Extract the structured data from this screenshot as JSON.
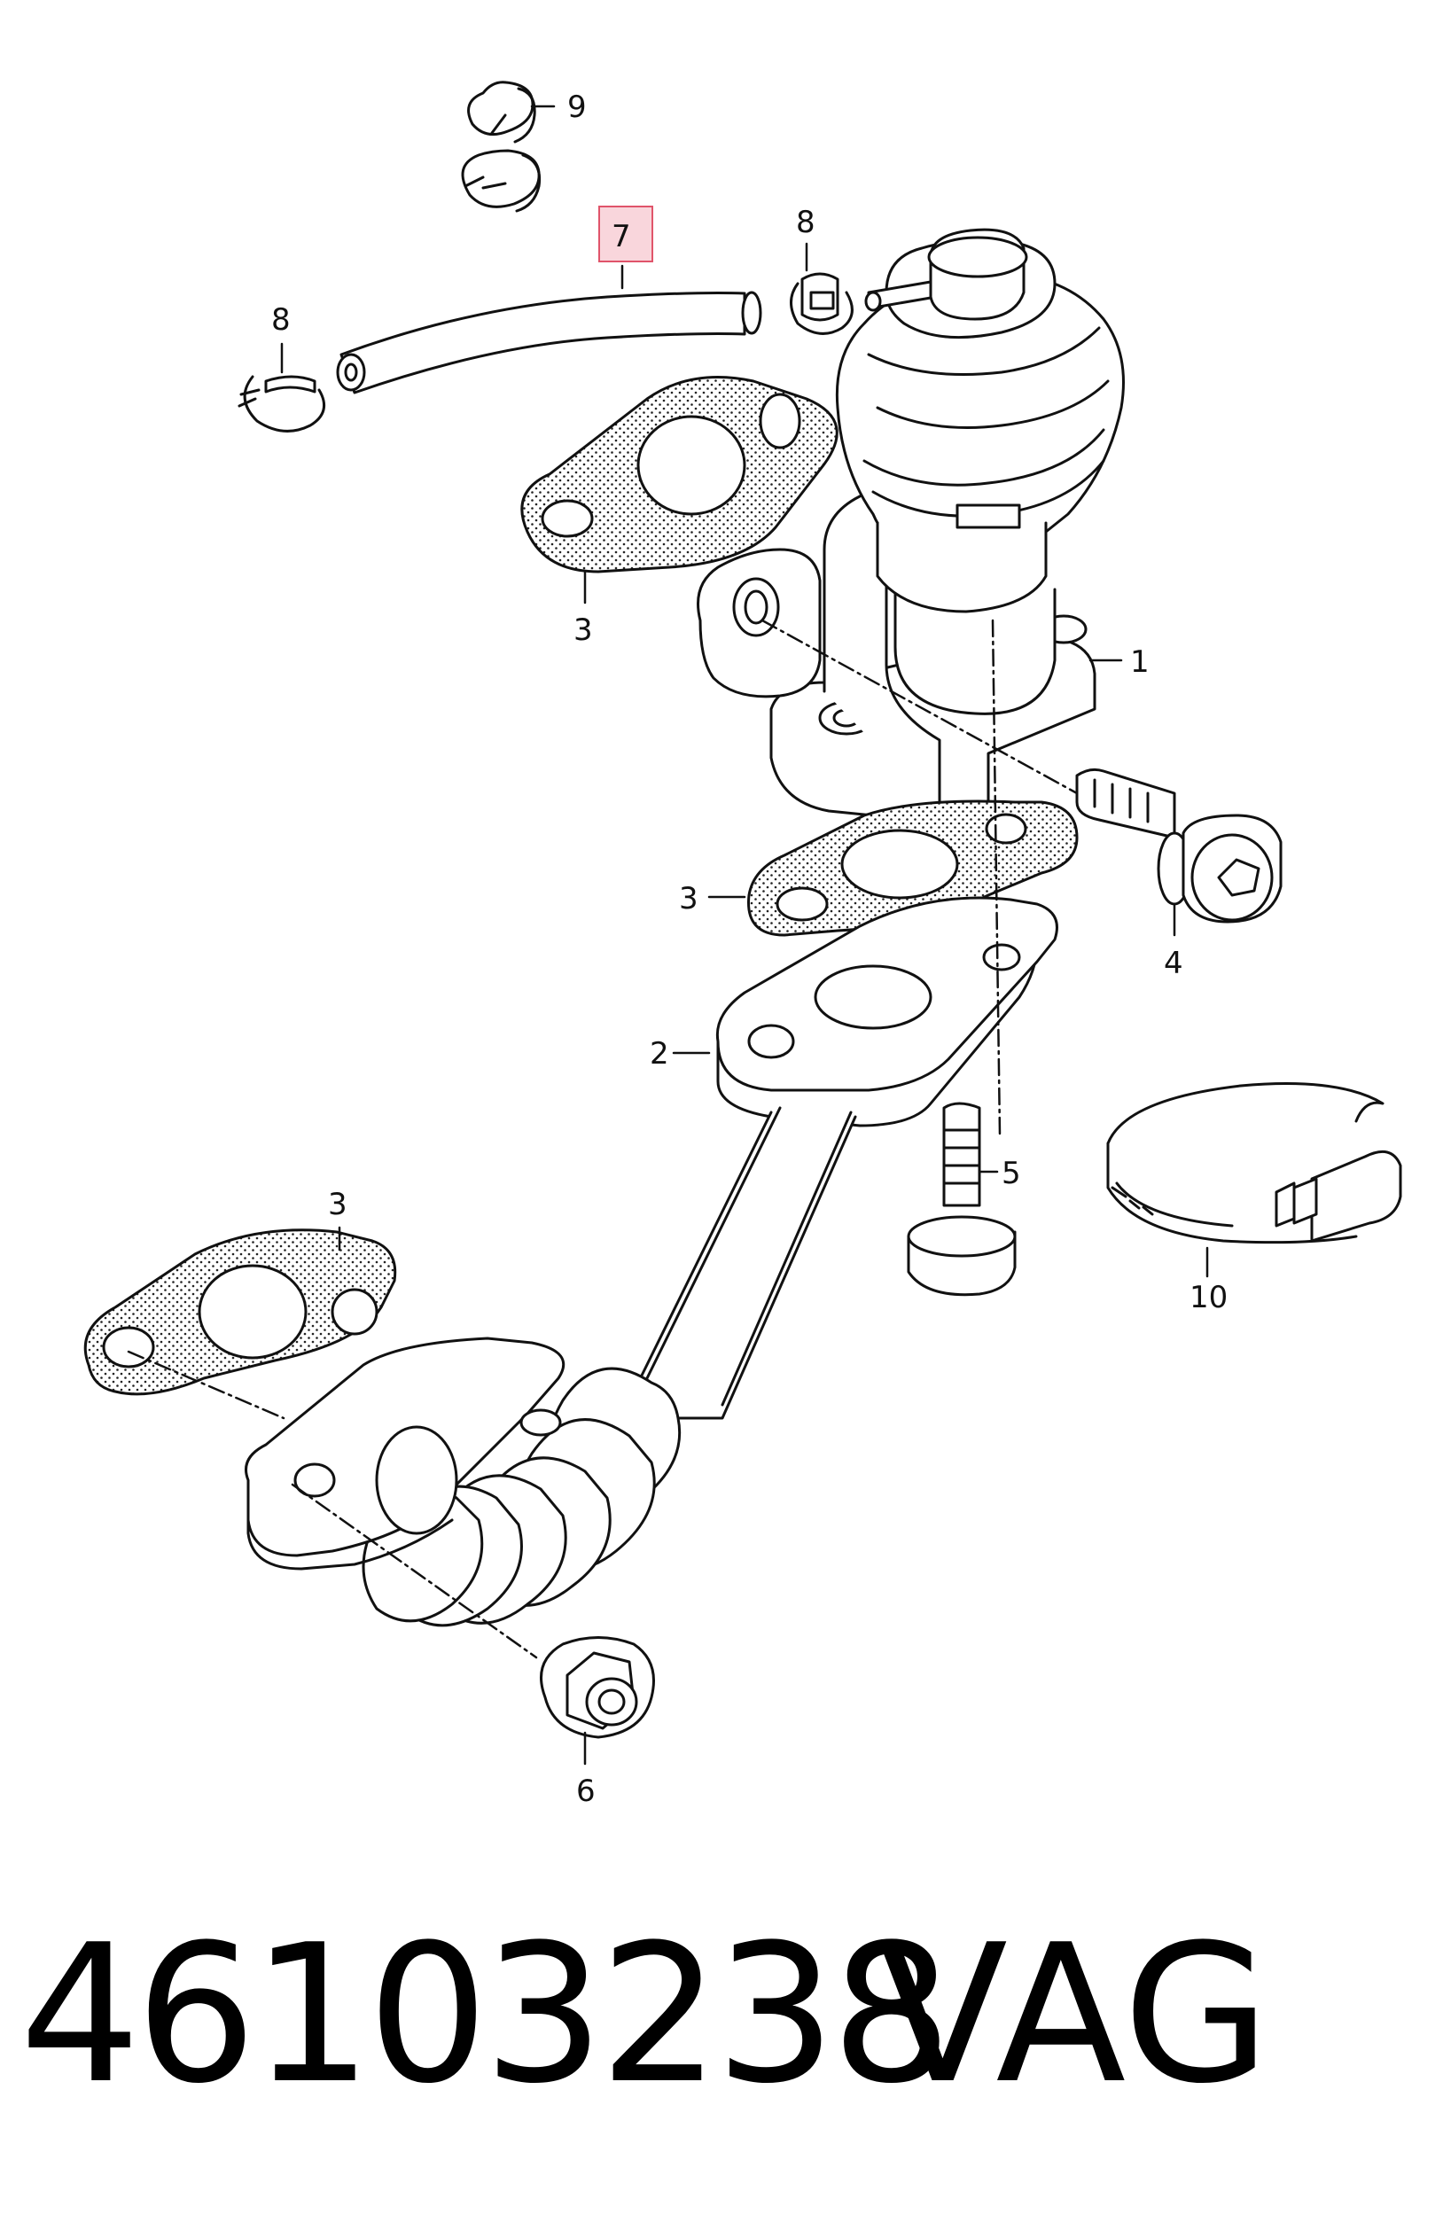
{
  "diagram": {
    "highlight_color": "#f9d6dc",
    "highlight_border": "#e0546a",
    "parts": [
      {
        "key": "p1",
        "label": "1"
      },
      {
        "key": "p2",
        "label": "2"
      },
      {
        "key": "p3a",
        "label": "3"
      },
      {
        "key": "p3b",
        "label": "3"
      },
      {
        "key": "p3c",
        "label": "3"
      },
      {
        "key": "p4",
        "label": "4"
      },
      {
        "key": "p5",
        "label": "5"
      },
      {
        "key": "p6",
        "label": "6"
      },
      {
        "key": "p7",
        "label": "7"
      },
      {
        "key": "p8a",
        "label": "8"
      },
      {
        "key": "p8b",
        "label": "8"
      },
      {
        "key": "p9",
        "label": "9"
      },
      {
        "key": "p10",
        "label": "10"
      }
    ]
  },
  "footer": {
    "part_number": "46103238",
    "manufacturer": "VAG"
  }
}
